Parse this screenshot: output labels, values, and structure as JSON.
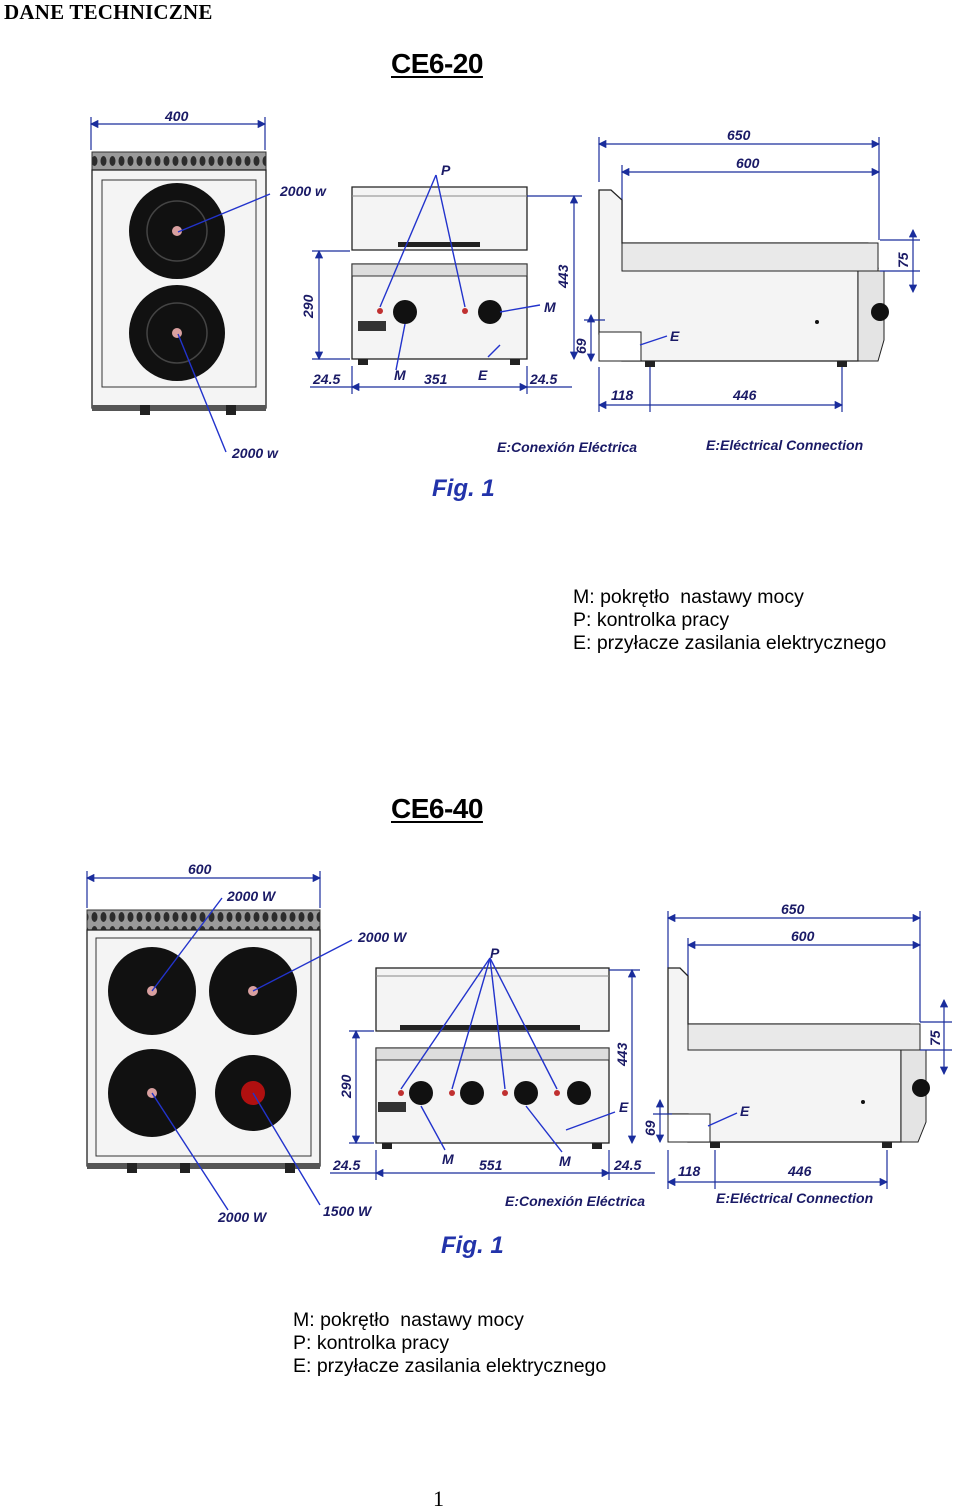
{
  "header": {
    "title": "DANE TECHNICZNE"
  },
  "sections": [
    {
      "model": "CE6-20",
      "dims": {
        "width": "400",
        "depth_total": "650",
        "depth": "600",
        "height": "443",
        "front_height": "290",
        "leg": "69",
        "top": "75",
        "offset_left": "24.5",
        "offset_right": "24.5",
        "span": "351",
        "rear_offset": "118",
        "rear_span": "446"
      },
      "labels": {
        "p": "P",
        "m": "M",
        "e": "E",
        "m2": "M",
        "e2": "E"
      },
      "powers": [
        "2000 w",
        "2000 w"
      ],
      "conn_es": "E:Conexión Eléctrica",
      "conn_en": "E:Eléctrical Connection",
      "fig": "Fig. 1",
      "legend": [
        "M: pokrętło  nastawy mocy",
        "P: kontrolka pracy",
        "E: przyłacze zasilania elektrycznego"
      ]
    },
    {
      "model": "CE6-40",
      "dims": {
        "width": "600",
        "depth_total": "650",
        "depth": "600",
        "height": "443",
        "front_height": "290",
        "leg": "69",
        "top": "75",
        "offset_left": "24.5",
        "offset_right": "24.5",
        "span": "551",
        "rear_offset": "118",
        "rear_span": "446"
      },
      "labels": {
        "p": "P",
        "m": "M",
        "m2": "M",
        "e": "E",
        "e2": "E"
      },
      "powers": [
        "2000 W",
        "2000 W",
        "2000 W",
        "1500 W"
      ],
      "conn_es": "E:Conexión Eléctrica",
      "conn_en": "E:Eléctrical Connection",
      "fig": "Fig. 1",
      "legend": [
        "M: pokrętło  nastawy mocy",
        "P: kontrolka pracy",
        "E: przyłacze zasilania elektrycznego"
      ]
    }
  ],
  "page_number": "1",
  "colors": {
    "dimension": "#1a2d9c",
    "leader": "#2233cc",
    "burner": "#111111",
    "hot_burner": "#b01010"
  }
}
